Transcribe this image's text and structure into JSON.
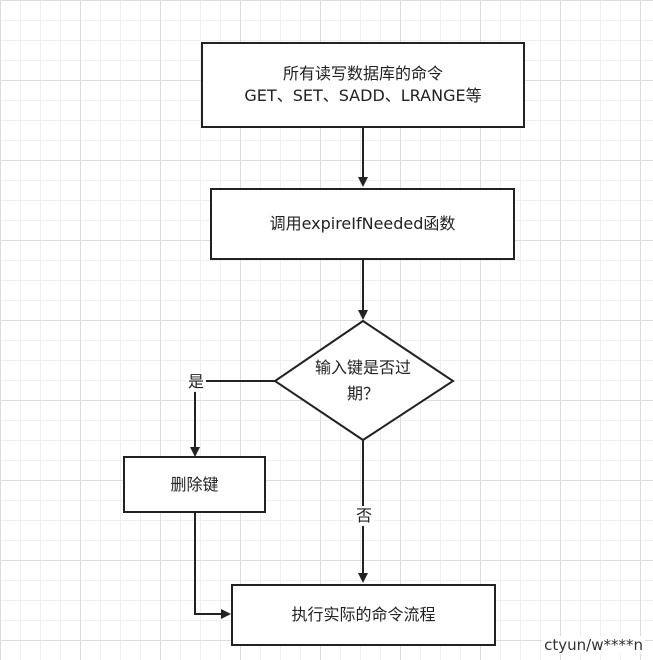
{
  "nodes": {
    "start": {
      "line1": "所有读写数据库的命令",
      "line2": "GET、SET、SADD、LRANGE等"
    },
    "call": {
      "label": "调用expireIfNeeded函数"
    },
    "decision": {
      "line1": "输入键是否过",
      "line2": "期？"
    },
    "delete": {
      "label": "删除键"
    },
    "execute": {
      "label": "执行实际的命令流程"
    }
  },
  "edges": {
    "yes_label": "是",
    "no_label": "否"
  },
  "watermark": "ctyun/w****n"
}
